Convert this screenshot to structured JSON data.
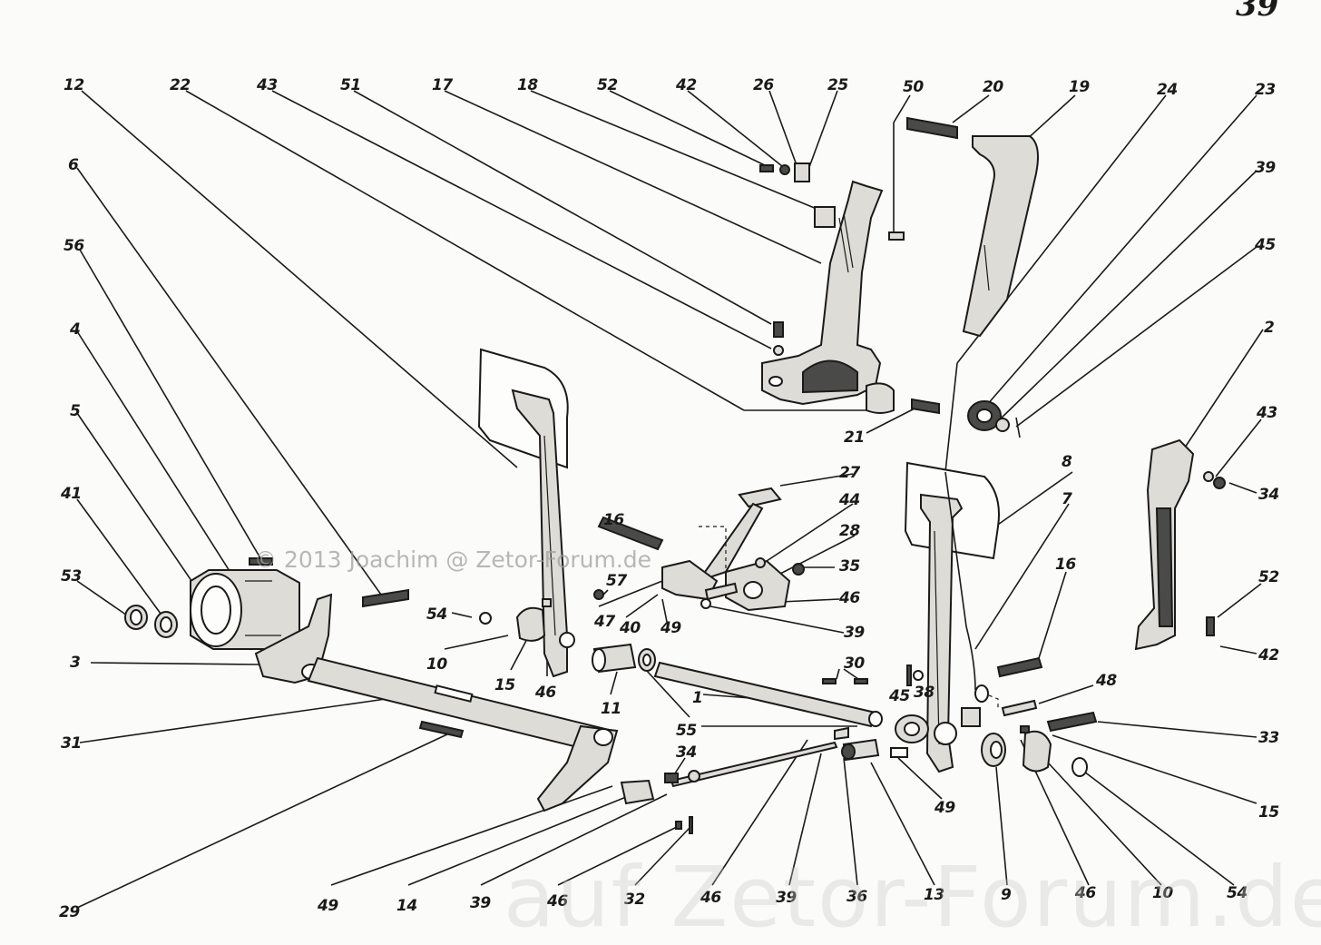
{
  "page_number": "39",
  "watermark_small": "© 2013 Joachim @ Zetor-Forum.de",
  "watermark_large": "auf Zetor-Forum.de",
  "labels": {
    "12": "12",
    "22": "22",
    "43": "43",
    "51": "51",
    "17": "17",
    "18": "18",
    "52": "52",
    "42": "42",
    "26": "26",
    "25": "25",
    "50": "50",
    "20": "20",
    "19": "19",
    "24": "24",
    "23": "23",
    "39": "39",
    "45": "45",
    "2": "2",
    "34": "34",
    "6": "6",
    "56": "56",
    "4": "4",
    "5": "5",
    "41": "41",
    "53": "53",
    "3": "3",
    "31": "31",
    "29": "29",
    "21": "21",
    "27": "27",
    "44": "44",
    "28": "28",
    "35": "35",
    "46": "46",
    "16": "16",
    "57": "57",
    "47": "47",
    "40": "40",
    "49": "49",
    "54": "54",
    "10": "10",
    "15": "15",
    "11": "11",
    "55": "55",
    "1": "1",
    "30": "30",
    "38": "38",
    "48": "48",
    "33": "33",
    "8": "8",
    "7": "7",
    "14": "14",
    "32": "32",
    "36": "36",
    "13": "13",
    "9": "9"
  }
}
